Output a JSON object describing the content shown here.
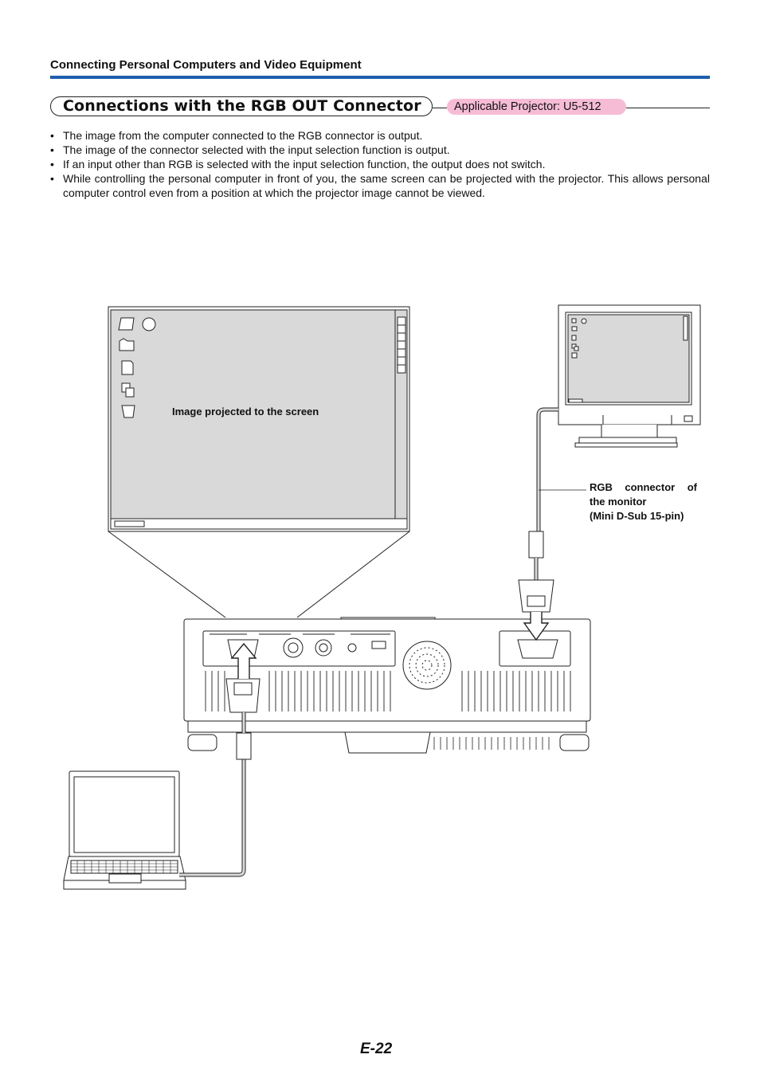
{
  "header": {
    "section": "Connecting Personal Computers and Video Equipment"
  },
  "title": "Connections with the RGB OUT Connector",
  "badge": "Applicable Projector: U5-512",
  "bullets": [
    "The image from the computer connected to the RGB connector is output.",
    "The image of the connector selected with the input selection function is output.",
    "If an input other than RGB is selected with the input selection function, the output does not switch.",
    "While controlling the personal computer in front of you, the same screen can be projected with the projector. This allows personal computer control even from a position at which the projector image cannot be viewed."
  ],
  "diagram": {
    "screen_label": "Image projected to the screen",
    "monitor_label": [
      "RGB connector of",
      "the monitor",
      "(Mini D-Sub 15-pin)"
    ]
  },
  "page_number": "E-22",
  "colors": {
    "accent_rule": "#1f5fad",
    "badge_bg": "#f6bcd6",
    "screen_fill": "#d9d9d9"
  }
}
